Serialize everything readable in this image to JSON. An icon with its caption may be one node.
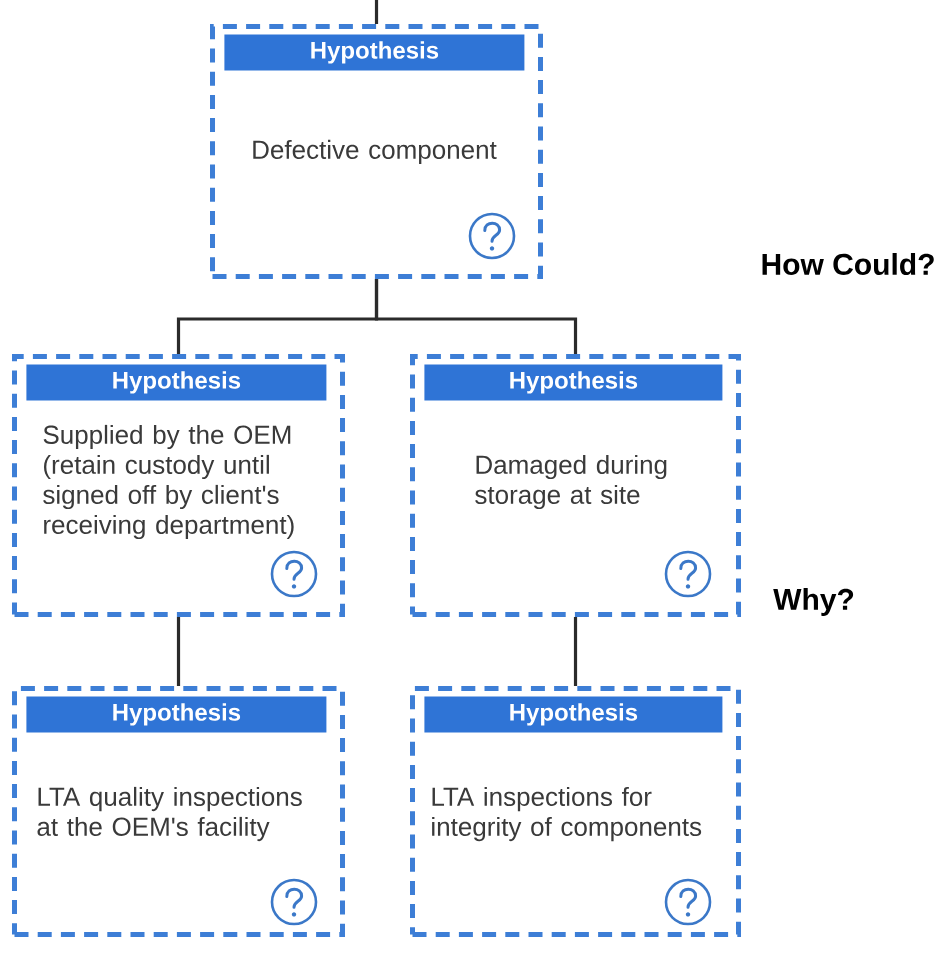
{
  "diagram": {
    "nodes": [
      {
        "text": [
          "Hypothesis",
          "Defective component"
        ]
      },
      {
        "text": [
          "Hypothesis",
          "Supplied by the OEM (retain custody until signed off by client's receiving department)"
        ]
      },
      {
        "text": [
          "Hypothesis",
          "Damaged during storage at site"
        ]
      },
      {
        "text": [
          "Hypothesis",
          "LTA quality inspections at the OEM's facility"
        ]
      },
      {
        "text": [
          "Hypothesis",
          "LTA inspections for integrity of components"
        ]
      }
    ],
    "edges": [
      {
        "from": null,
        "to": 0,
        "arrow": "none"
      },
      {
        "from": 0,
        "to": 1,
        "arrow": "none"
      },
      {
        "from": 0,
        "to": 2,
        "arrow": "none"
      },
      {
        "from": 1,
        "to": 3,
        "arrow": "none"
      },
      {
        "from": 2,
        "to": 4,
        "arrow": "none"
      }
    ],
    "labels": [
      "How Could?",
      "Why?"
    ]
  }
}
